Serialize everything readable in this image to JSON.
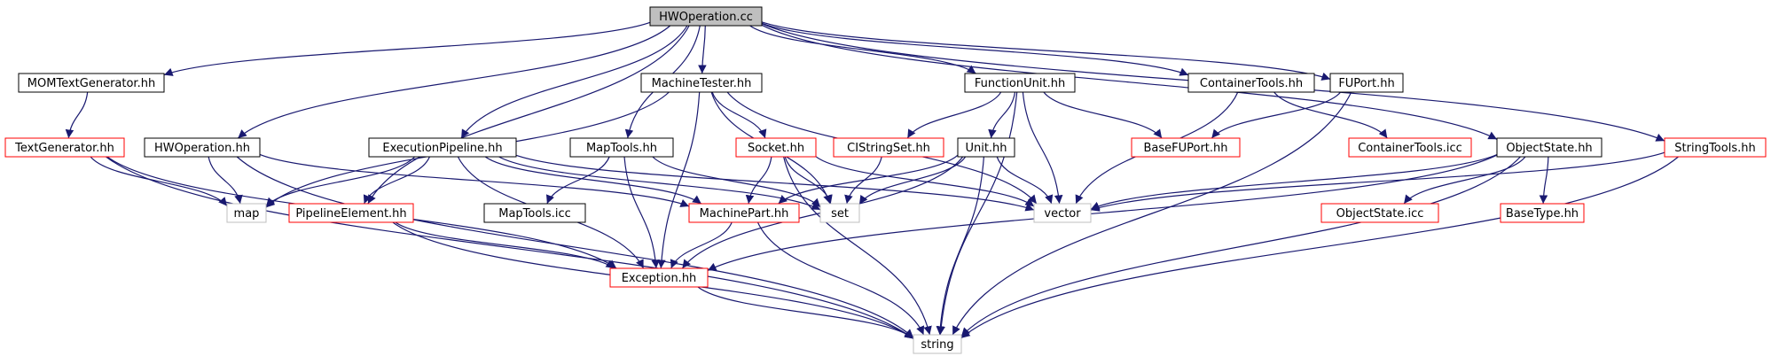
{
  "diagram": {
    "type": "include-dependency-graph",
    "colors": {
      "edge": "#191970",
      "root_fill": "#bfbfbf",
      "normal_border": "#000000",
      "missing_border": "#ff0000",
      "system_border": "#bfbfbf"
    },
    "nodes": [
      {
        "id": "hwop_cc",
        "label": "HWOperation.cc",
        "kind": "root"
      },
      {
        "id": "momtg",
        "label": "MOMTextGenerator.hh",
        "kind": "normal"
      },
      {
        "id": "mtester",
        "label": "MachineTester.hh",
        "kind": "normal"
      },
      {
        "id": "funit",
        "label": "FunctionUnit.hh",
        "kind": "normal"
      },
      {
        "id": "ctools",
        "label": "ContainerTools.hh",
        "kind": "normal"
      },
      {
        "id": "fuport",
        "label": "FUPort.hh",
        "kind": "normal"
      },
      {
        "id": "textgen",
        "label": "TextGenerator.hh",
        "kind": "missing"
      },
      {
        "id": "hwop_hh",
        "label": "HWOperation.hh",
        "kind": "normal"
      },
      {
        "id": "exepipe",
        "label": "ExecutionPipeline.hh",
        "kind": "normal"
      },
      {
        "id": "maptools",
        "label": "MapTools.hh",
        "kind": "normal"
      },
      {
        "id": "socket",
        "label": "Socket.hh",
        "kind": "missing"
      },
      {
        "id": "cistr",
        "label": "CIStringSet.hh",
        "kind": "missing"
      },
      {
        "id": "unit",
        "label": "Unit.hh",
        "kind": "normal"
      },
      {
        "id": "basefup",
        "label": "BaseFUPort.hh",
        "kind": "missing"
      },
      {
        "id": "ctools_icc",
        "label": "ContainerTools.icc",
        "kind": "missing"
      },
      {
        "id": "objstate",
        "label": "ObjectState.hh",
        "kind": "normal"
      },
      {
        "id": "strtools",
        "label": "StringTools.hh",
        "kind": "missing"
      },
      {
        "id": "map",
        "label": "map",
        "kind": "system"
      },
      {
        "id": "pipeel",
        "label": "PipelineElement.hh",
        "kind": "missing"
      },
      {
        "id": "maptools_icc",
        "label": "MapTools.icc",
        "kind": "normal"
      },
      {
        "id": "machpart",
        "label": "MachinePart.hh",
        "kind": "missing"
      },
      {
        "id": "set",
        "label": "set",
        "kind": "system"
      },
      {
        "id": "vector",
        "label": "vector",
        "kind": "system"
      },
      {
        "id": "objstate_icc",
        "label": "ObjectState.icc",
        "kind": "missing"
      },
      {
        "id": "basetype",
        "label": "BaseType.hh",
        "kind": "missing"
      },
      {
        "id": "exception",
        "label": "Exception.hh",
        "kind": "missing"
      },
      {
        "id": "string",
        "label": "string",
        "kind": "system"
      }
    ],
    "edges": [
      [
        "hwop_cc",
        "momtg"
      ],
      [
        "hwop_cc",
        "mtester"
      ],
      [
        "hwop_cc",
        "funit"
      ],
      [
        "hwop_cc",
        "ctools"
      ],
      [
        "hwop_cc",
        "fuport"
      ],
      [
        "hwop_cc",
        "hwop_hh"
      ],
      [
        "hwop_cc",
        "exepipe"
      ],
      [
        "hwop_cc",
        "maptools"
      ],
      [
        "hwop_cc",
        "pipeel"
      ],
      [
        "hwop_cc",
        "objstate"
      ],
      [
        "hwop_cc",
        "strtools"
      ],
      [
        "momtg",
        "textgen"
      ],
      [
        "textgen",
        "map"
      ],
      [
        "textgen",
        "exception"
      ],
      [
        "textgen",
        "string"
      ],
      [
        "hwop_hh",
        "map"
      ],
      [
        "hwop_hh",
        "machpart"
      ],
      [
        "hwop_hh",
        "string"
      ],
      [
        "exepipe",
        "map"
      ],
      [
        "exepipe",
        "pipeel"
      ],
      [
        "exepipe",
        "machpart"
      ],
      [
        "exepipe",
        "set"
      ],
      [
        "exepipe",
        "vector"
      ],
      [
        "exepipe",
        "exception"
      ],
      [
        "maptools",
        "maptools_icc"
      ],
      [
        "maptools",
        "set"
      ],
      [
        "maptools",
        "exception"
      ],
      [
        "mtester",
        "map"
      ],
      [
        "mtester",
        "socket"
      ],
      [
        "mtester",
        "set"
      ],
      [
        "mtester",
        "vector"
      ],
      [
        "mtester",
        "exception"
      ],
      [
        "socket",
        "machpart"
      ],
      [
        "socket",
        "set"
      ],
      [
        "socket",
        "vector"
      ],
      [
        "socket",
        "string"
      ],
      [
        "funit",
        "cistr"
      ],
      [
        "funit",
        "unit"
      ],
      [
        "funit",
        "basefup"
      ],
      [
        "funit",
        "vector"
      ],
      [
        "funit",
        "string"
      ],
      [
        "cistr",
        "set"
      ],
      [
        "unit",
        "machpart"
      ],
      [
        "unit",
        "set"
      ],
      [
        "unit",
        "vector"
      ],
      [
        "unit",
        "exception"
      ],
      [
        "unit",
        "string"
      ],
      [
        "ctools",
        "ctools_icc"
      ],
      [
        "ctools",
        "vector"
      ],
      [
        "fuport",
        "basefup"
      ],
      [
        "fuport",
        "string"
      ],
      [
        "objstate",
        "vector"
      ],
      [
        "objstate",
        "objstate_icc"
      ],
      [
        "objstate",
        "basetype"
      ],
      [
        "objstate",
        "exception"
      ],
      [
        "objstate",
        "string"
      ],
      [
        "strtools",
        "vector"
      ],
      [
        "strtools",
        "string"
      ],
      [
        "pipeel",
        "exception"
      ],
      [
        "pipeel",
        "string"
      ],
      [
        "machpart",
        "exception"
      ],
      [
        "machpart",
        "string"
      ],
      [
        "exception",
        "string"
      ]
    ]
  }
}
